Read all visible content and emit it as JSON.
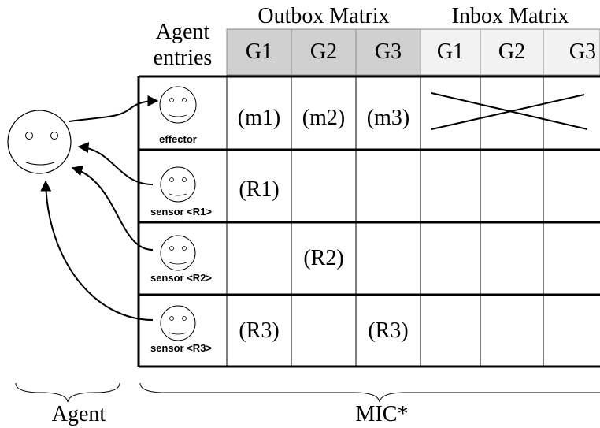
{
  "header": {
    "agent_entries_line1": "Agent",
    "agent_entries_line2": "entries",
    "outbox_title": "Outbox Matrix",
    "inbox_title": "Inbox Matrix",
    "outbox_cols": [
      "G1",
      "G2",
      "G3"
    ],
    "inbox_cols": [
      "G1",
      "G2",
      "G3"
    ]
  },
  "rows": [
    {
      "label": "effector",
      "cells": [
        "(m1)",
        "(m2)",
        "(m3)"
      ]
    },
    {
      "label": "sensor <R1>",
      "cells": [
        "(R1)",
        "",
        ""
      ]
    },
    {
      "label": "sensor <R2>",
      "cells": [
        "",
        "(R2)",
        ""
      ]
    },
    {
      "label": "sensor <R3>",
      "cells": [
        "(R3)",
        "",
        "(R3)"
      ]
    }
  ],
  "footer": {
    "agent_label": "Agent",
    "mic_label": "MIC*"
  },
  "colors": {
    "outbox_header_fill": "#d0d0d0",
    "inbox_header_fill": "#f2f2f2"
  }
}
